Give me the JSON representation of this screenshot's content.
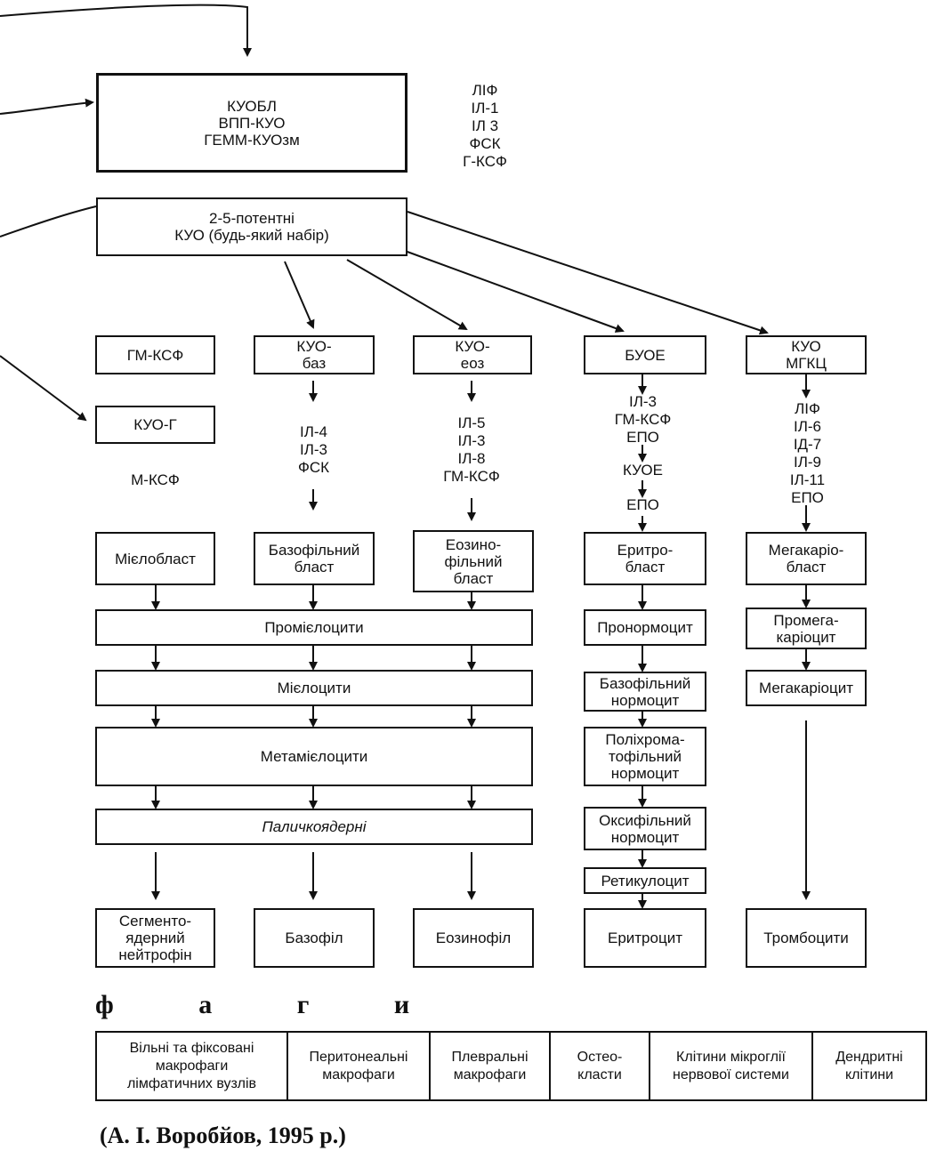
{
  "top_box": {
    "text": "КУОБЛ\nВПП-КУО\nГЕММ-КУОзм"
  },
  "top_factors": {
    "text": "ЛІФ\nІЛ-1\nІЛ 3\nФСК\nГ-КСФ"
  },
  "multipotent_box": {
    "text": "2-5-потентні\nКУО (будь-який набір)"
  },
  "precursors": {
    "gm_csf": "ГМ-КСФ",
    "kuo_g": "КУО-Г",
    "m_csf": "М-КСФ",
    "kuo_baz": "КУО-\nбаз",
    "kuo_eoz": "КУО-\nеоз",
    "buoe": "БУОЕ",
    "kuo_mgkc": "КУО\nМГКЦ"
  },
  "factors": {
    "baz": "ІЛ-4\nІЛ-3\nФСК",
    "eoz": "ІЛ-5\nІЛ-3\nІЛ-8\nГМ-КСФ",
    "ery_1": "ІЛ-3\nГМ-КСФ\nЕПО",
    "ery_kuoe": "КУОЕ",
    "ery_2": "ЕПО",
    "mgk": "ЛІФ\nІЛ-6\nІД-7\nІЛ-9\nІЛ-11\nЕПО"
  },
  "blasts": {
    "myeloblast": "Мієлобласт",
    "basophil_blast": "Базофільний\nбласт",
    "eosinophil_blast": "Еозино-\nфільний\nбласт",
    "erythroblast": "Еритро-\nбласт",
    "megakaryoblast": "Мегакаріо-\nбласт"
  },
  "granulocyte_stages": {
    "promyelocytes": "Промієлоцити",
    "myelocytes": "Мієлоцити",
    "metamyelocytes": "Метамієлоцити",
    "band": "Паличкоядерні"
  },
  "erythroid_stages": {
    "pronormocyte": "Пронормоцит",
    "basophilic_normocyte": "Базофільний\nнормоцит",
    "polychromatophilic_normocyte": "Поліхрома-\nтофільний\nнормоцит",
    "oxyphilic_normocyte": "Оксифільний\nнормоцит",
    "reticulocyte": "Ретикулоцит"
  },
  "megakaryocyte_stages": {
    "promegakaryocyte": "Промега-\nкаріоцит",
    "megakaryocyte": "Мегакаріоцит"
  },
  "mature_cells": {
    "neutrophil": "Сегменто-\nядерний\nнейтрофін",
    "basophil": "Базофіл",
    "eosinophil": "Еозинофіл",
    "erythrocyte": "Еритроцит",
    "platelets": "Тромбоцити"
  },
  "phagi_heading": "ф а г и",
  "macrophages": [
    "Вільні та фіксовані\nмакрофаги\nлімфатичних вузлів",
    "Перитонеальні\nмакрофаги",
    "Плевральні\nмакрофаги",
    "Остео-\nкласти",
    "Клітини мікроглії\nнервової системи",
    "Дендритні\nклітини"
  ],
  "credit": "(А. І. Воробйов, 1995 р.)"
}
